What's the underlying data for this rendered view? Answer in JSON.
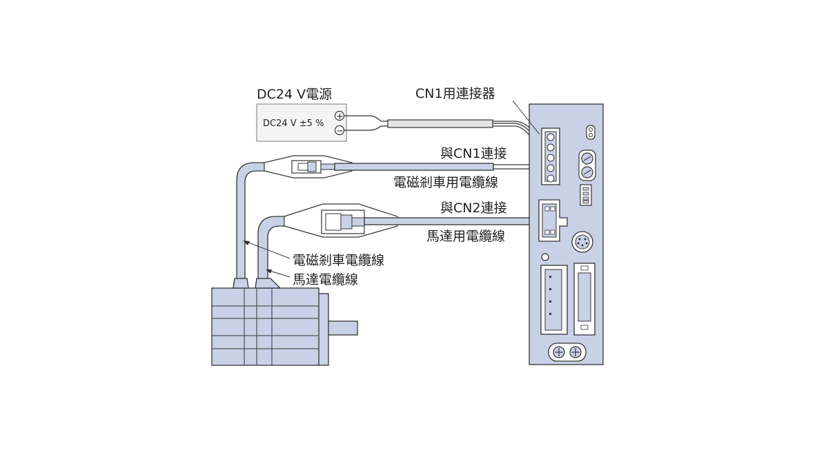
{
  "power_supply": {
    "title": "DC24 V電源",
    "rating": "DC24 V ±5 %",
    "plus_symbol": "+",
    "minus_symbol": "−"
  },
  "labels": {
    "cn1_connector": "CN1用連接器",
    "to_cn1": "與CN1連接",
    "brake_cable_top": "電磁剎車用電纜線",
    "to_cn2": "與CN2連接",
    "motor_cable_top": "馬達用電纜線",
    "brake_cable": "電磁剎車電纜線",
    "motor_cable": "馬達電纜線"
  },
  "colors": {
    "device_fill": "#c8d1e6",
    "outline": "#333333",
    "background": "#ffffff"
  }
}
